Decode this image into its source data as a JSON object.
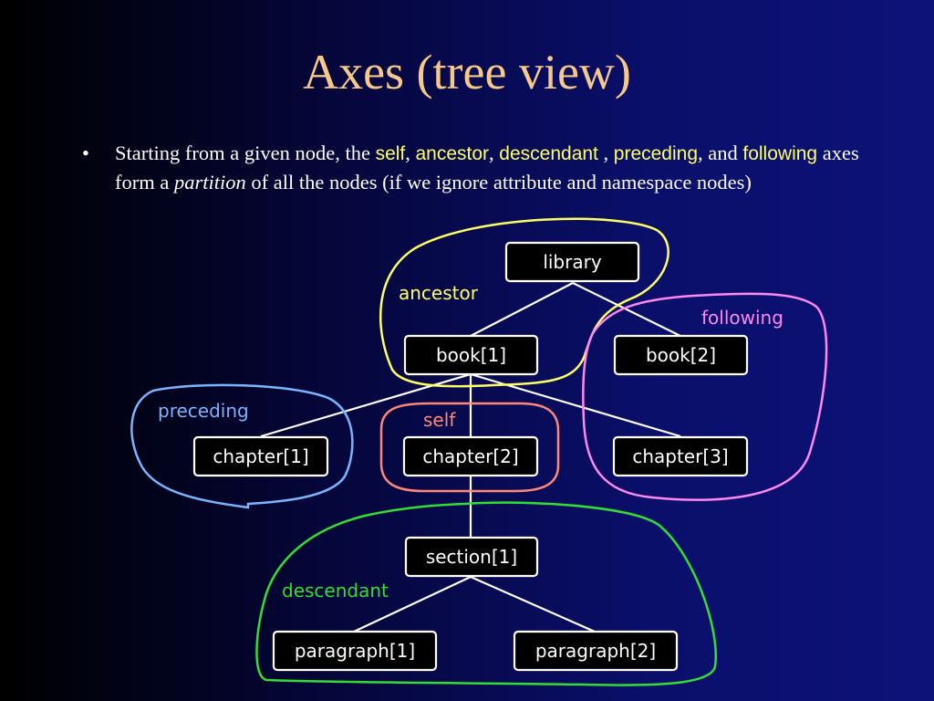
{
  "title": "Axes (tree view)",
  "bullet": {
    "symbol": "•",
    "t1": "Starting from a given node, the ",
    "self": "self",
    "t2": ", ",
    "ancestor": "ancestor",
    "t3": ", ",
    "descendant": "descendant",
    "t4": " ,",
    "preceding": "preceding",
    "t5": ", and ",
    "following": "following",
    "t6": " axes form a ",
    "partition": "partition",
    "t7": " of all the nodes (if we ignore attribute and namespace nodes)"
  },
  "nodes": {
    "library": "library",
    "book1": "book[1]",
    "book2": "book[2]",
    "chapter1": "chapter[1]",
    "chapter2": "chapter[2]",
    "chapter3": "chapter[3]",
    "section1": "section[1]",
    "paragraph1": "paragraph[1]",
    "paragraph2": "paragraph[2]"
  },
  "regions": {
    "ancestor": {
      "label": "ancestor",
      "color": "#ffff66"
    },
    "following": {
      "label": "following",
      "color": "#ff88ee"
    },
    "preceding": {
      "label": "preceding",
      "color": "#7ab4ff"
    },
    "self": {
      "label": "self",
      "color": "#ff8877"
    },
    "descendant": {
      "label": "descendant",
      "color": "#33dd33"
    }
  },
  "colors": {
    "title": "#f6c98a",
    "keyword": "#ffff66",
    "node_fill": "#000000",
    "node_stroke": "#ffffff"
  }
}
